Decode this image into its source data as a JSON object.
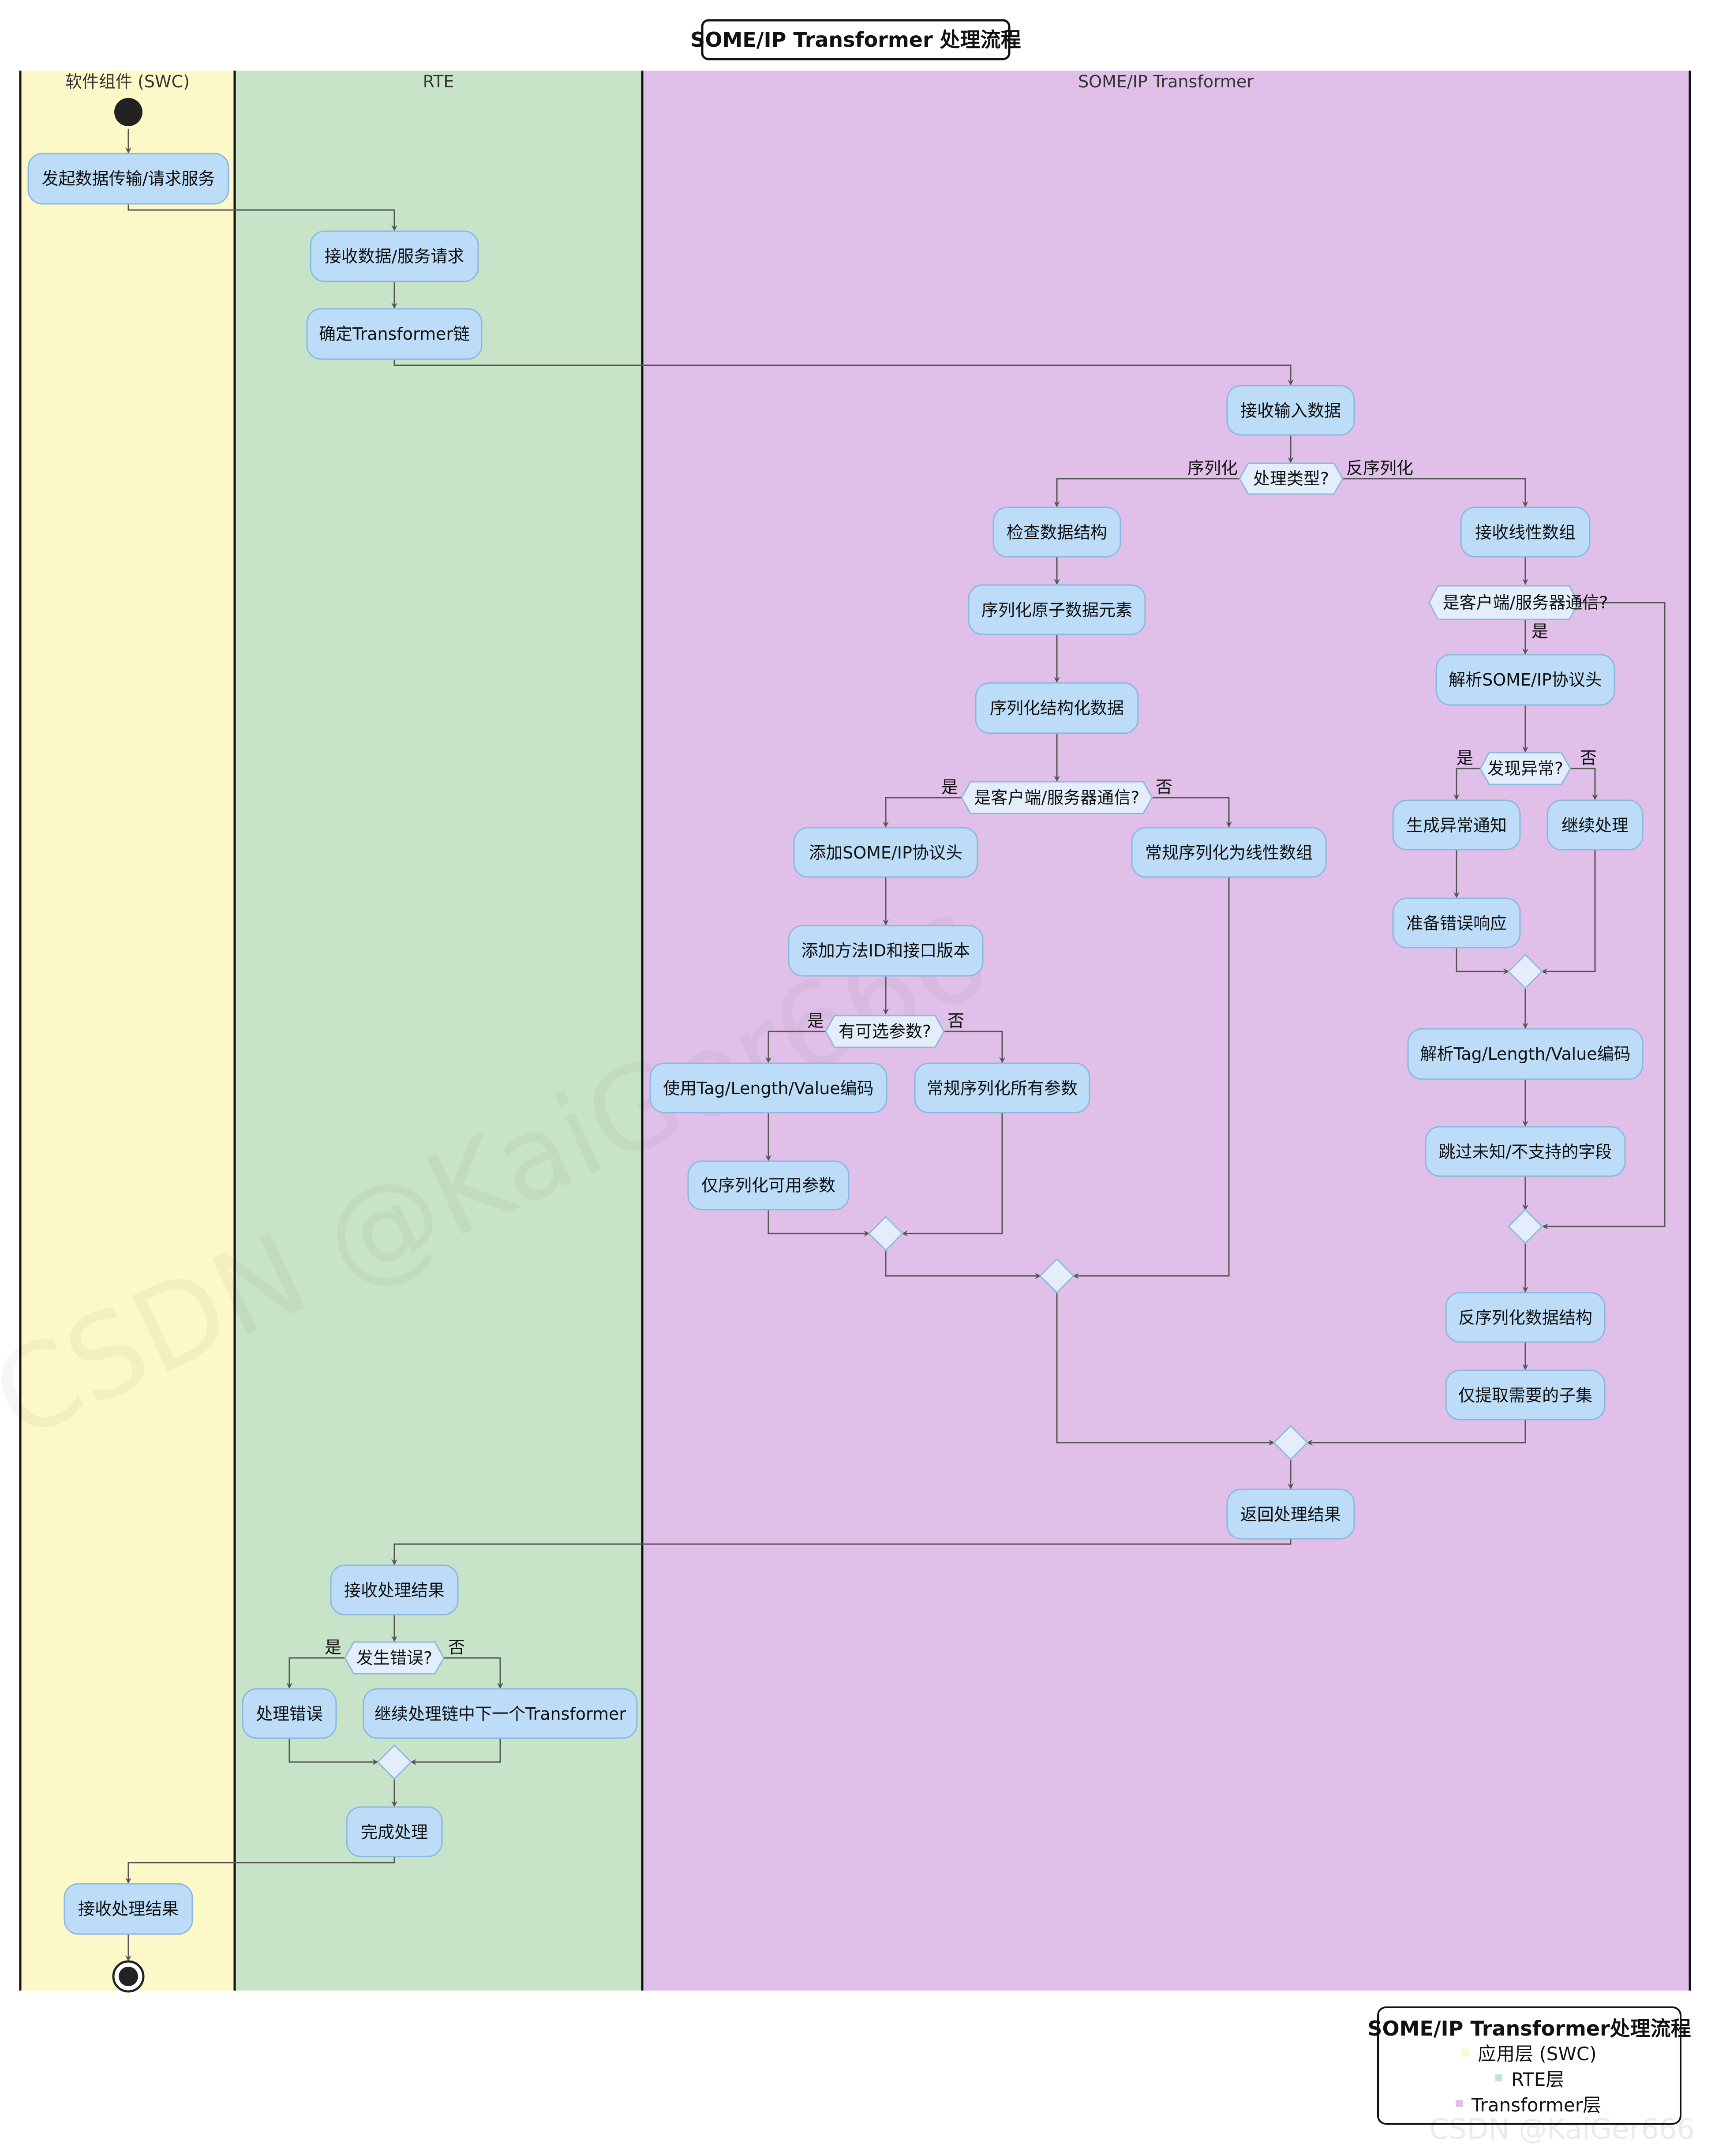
{
  "title": "SOME/IP Transformer 处理流程",
  "lanes": [
    {
      "id": "swc",
      "title": "软件组件 (SWC)",
      "color": "#fdf8c8"
    },
    {
      "id": "rte",
      "title": "RTE",
      "color": "#c8e4c8"
    },
    {
      "id": "tr",
      "title": "SOME/IP Transformer",
      "color": "#e0c0e8"
    }
  ],
  "nodes": {
    "n_start_req": "发起数据传输/请求服务",
    "n_rte_recv": "接收数据/服务请求",
    "n_rte_chain": "确定Transformer链",
    "n_recv_input": "接收输入数据",
    "n_check_struct": "检查数据结构",
    "n_ser_atomic": "序列化原子数据元素",
    "n_ser_struct": "序列化结构化数据",
    "n_add_header": "添加SOME/IP协议头",
    "n_add_method": "添加方法ID和接口版本",
    "n_tlv": "使用Tag/Length/Value编码",
    "n_ser_all": "常规序列化所有参数",
    "n_ser_avail": "仅序列化可用参数",
    "n_ser_linear": "常规序列化为线性数组",
    "n_recv_linear": "接收线性数组",
    "n_parse_header": "解析SOME/IP协议头",
    "n_gen_exc": "生成异常通知",
    "n_continue": "继续处理",
    "n_err_resp": "准备错误响应",
    "n_parse_tlv": "解析Tag/Length/Value编码",
    "n_skip": "跳过未知/不支持的字段",
    "n_deser": "反序列化数据结构",
    "n_subset": "仅提取需要的子集",
    "n_return": "返回处理结果",
    "n_rte_result": "接收处理结果",
    "n_handle_err": "处理错误",
    "n_next_tr": "继续处理链中下一个Transformer",
    "n_done": "完成处理",
    "n_swc_result": "接收处理结果"
  },
  "decisions": {
    "d_type": "处理类型?",
    "d_cs_ser": "是客户端/服务器通信?",
    "d_opt": "有可选参数?",
    "d_cs_deser": "是客户端/服务器通信?",
    "d_exc": "发现异常?",
    "d_err": "发生错误?"
  },
  "branch_labels": {
    "serialize": "序列化",
    "deserialize": "反序列化",
    "yes": "是",
    "no": "否"
  },
  "legend": {
    "title": "SOME/IP Transformer处理流程",
    "items": [
      {
        "label": "应用层 (SWC)",
        "color": "#fdf8c8"
      },
      {
        "label": "RTE层",
        "color": "#c8e4c8"
      },
      {
        "label": "Transformer层",
        "color": "#e0c0e8"
      }
    ]
  },
  "watermark": "CSDN @KaiGer666"
}
